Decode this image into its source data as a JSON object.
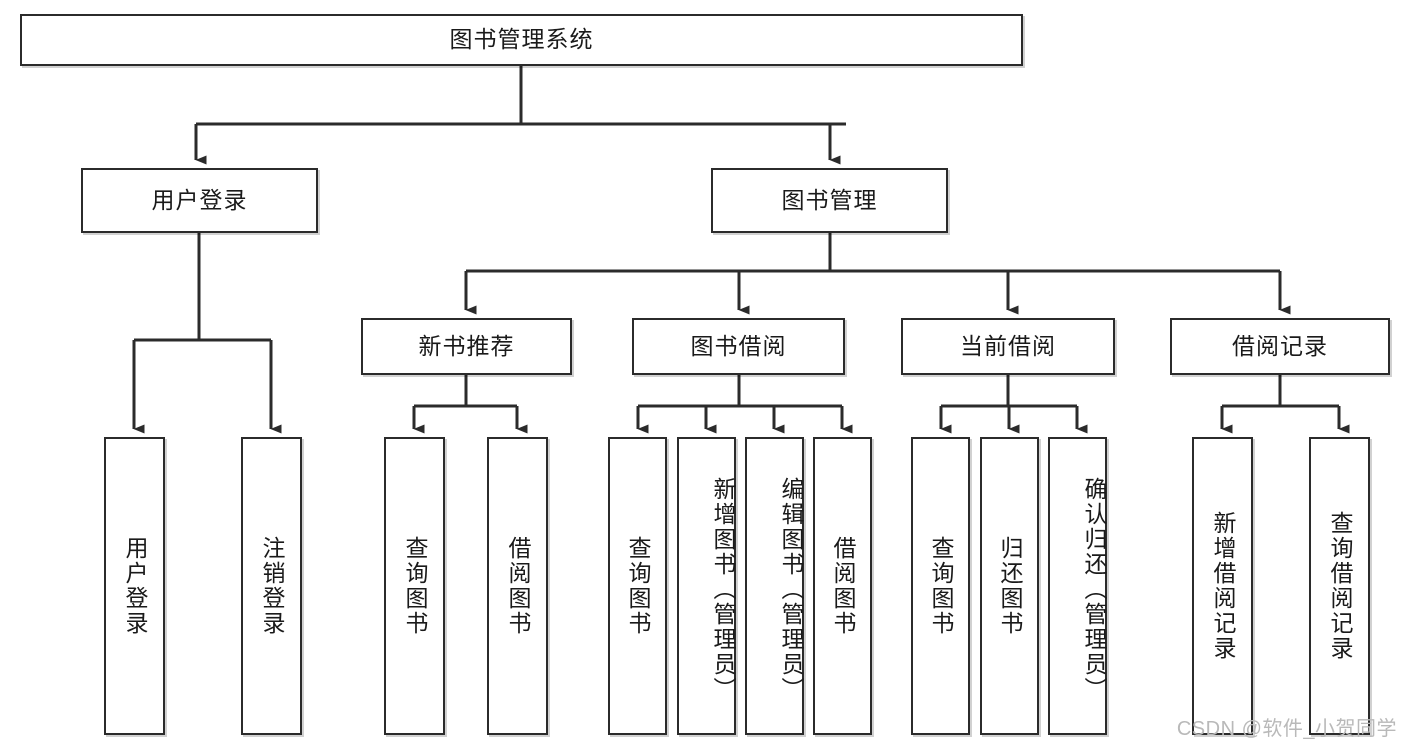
{
  "diagram": {
    "type": "hierarchy-tree",
    "title_node": {
      "label": "图书管理系统"
    },
    "level1": [
      {
        "id": "user-login",
        "label": "用户登录"
      },
      {
        "id": "book-management",
        "label": "图书管理"
      }
    ],
    "level2": [
      {
        "id": "new-book-recommend",
        "label": "新书推荐",
        "parent": "book-management"
      },
      {
        "id": "book-borrow",
        "label": "图书借阅",
        "parent": "book-management"
      },
      {
        "id": "current-borrow",
        "label": "当前借阅",
        "parent": "book-management"
      },
      {
        "id": "borrow-record",
        "label": "借阅记录",
        "parent": "book-management"
      }
    ],
    "leaves": [
      {
        "id": "leaf-user-login",
        "label": "用户登录",
        "parent": "user-login"
      },
      {
        "id": "leaf-logout-login",
        "label": "注销登录",
        "parent": "user-login"
      },
      {
        "id": "leaf-query-book-1",
        "label": "查询图书",
        "parent": "new-book-recommend"
      },
      {
        "id": "leaf-borrow-book-1",
        "label": "借阅图书",
        "parent": "new-book-recommend"
      },
      {
        "id": "leaf-query-book-2",
        "label": "查询图书",
        "parent": "book-borrow"
      },
      {
        "id": "leaf-add-book",
        "label": "新增图书（管理员）",
        "parent": "book-borrow"
      },
      {
        "id": "leaf-edit-book",
        "label": "编辑图书（管理员）",
        "parent": "book-borrow"
      },
      {
        "id": "leaf-borrow-book-2",
        "label": "借阅图书",
        "parent": "book-borrow"
      },
      {
        "id": "leaf-query-book-3",
        "label": "查询图书",
        "parent": "current-borrow"
      },
      {
        "id": "leaf-return-book",
        "label": "归还图书",
        "parent": "current-borrow"
      },
      {
        "id": "leaf-confirm-return",
        "label": "确认归还（管理员）",
        "parent": "current-borrow"
      },
      {
        "id": "leaf-add-record",
        "label": "新增借阅记录",
        "parent": "borrow-record"
      },
      {
        "id": "leaf-query-record",
        "label": "查询借阅记录",
        "parent": "borrow-record"
      }
    ]
  },
  "watermark": {
    "text": "CSDN @软件_小贺同学"
  },
  "colors": {
    "border": "#2b2b2b",
    "background": "#ffffff",
    "text": "#1a1a1a",
    "watermark": "#b9b9b9"
  }
}
